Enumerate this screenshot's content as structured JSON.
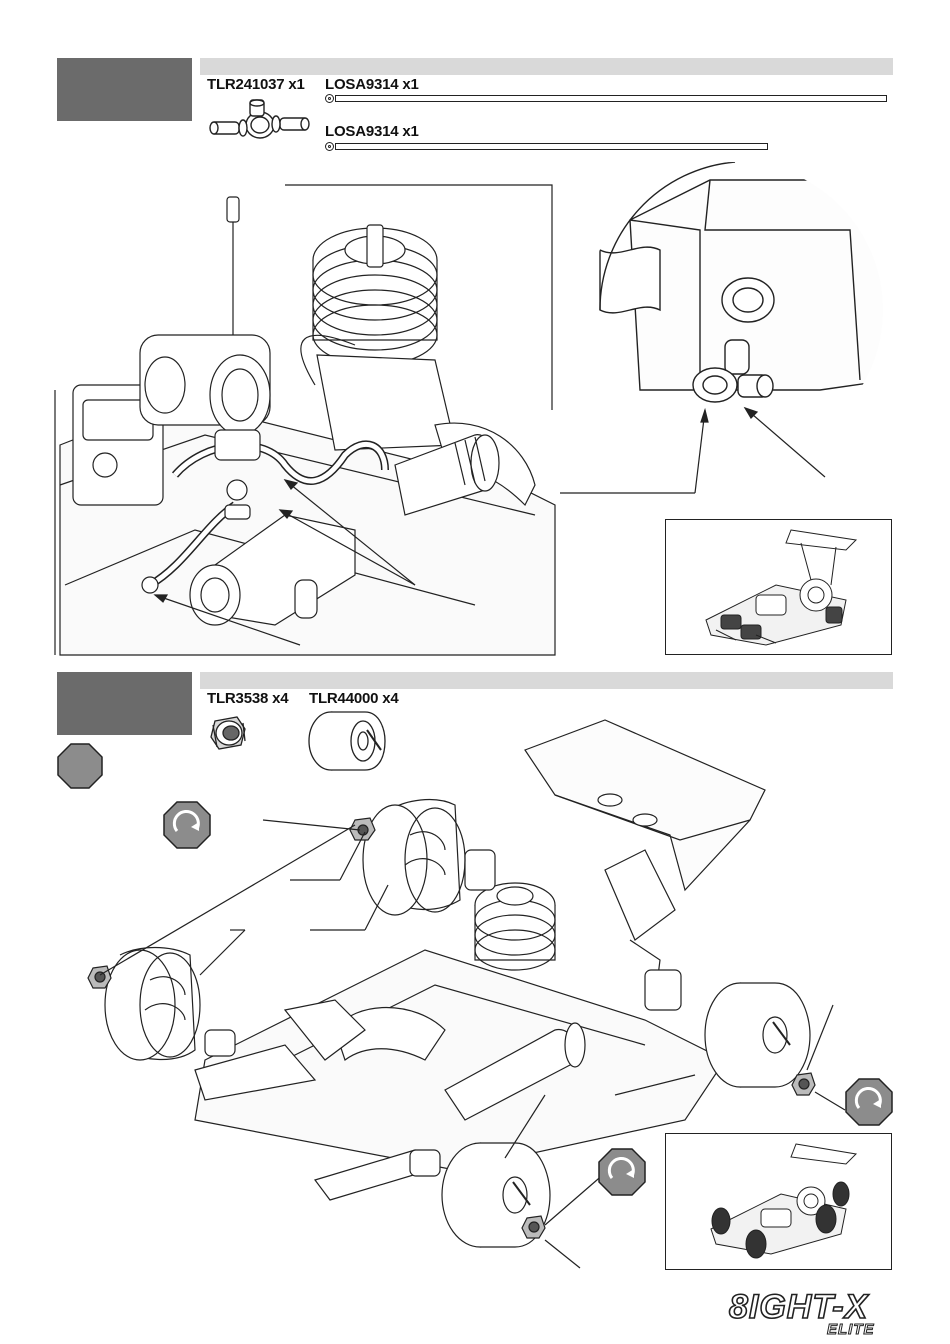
{
  "step1": {
    "parts": [
      {
        "label": "TLR241037 x1",
        "name": "fuel-tee-fitting"
      },
      {
        "label": "LOSA9314 x1",
        "name": "fuel-tubing-long"
      },
      {
        "label": "LOSA9314 x1",
        "name": "fuel-tubing-short"
      }
    ]
  },
  "step2": {
    "parts": [
      {
        "label": "TLR3538 x4",
        "name": "wheel-nut"
      },
      {
        "label": "TLR44000 x4",
        "name": "wheel"
      }
    ]
  },
  "brand": {
    "logo_text": "EIGHT-X",
    "logo_subtext": "ELITE"
  },
  "colors": {
    "step_tab": "#6b6b6b",
    "header_bar": "#d9d9d9",
    "line_art": "#222222",
    "octagon_fill": "#8c8c8c"
  },
  "icons": [
    "tighten-arrow-icon",
    "stop-octagon-icon"
  ]
}
